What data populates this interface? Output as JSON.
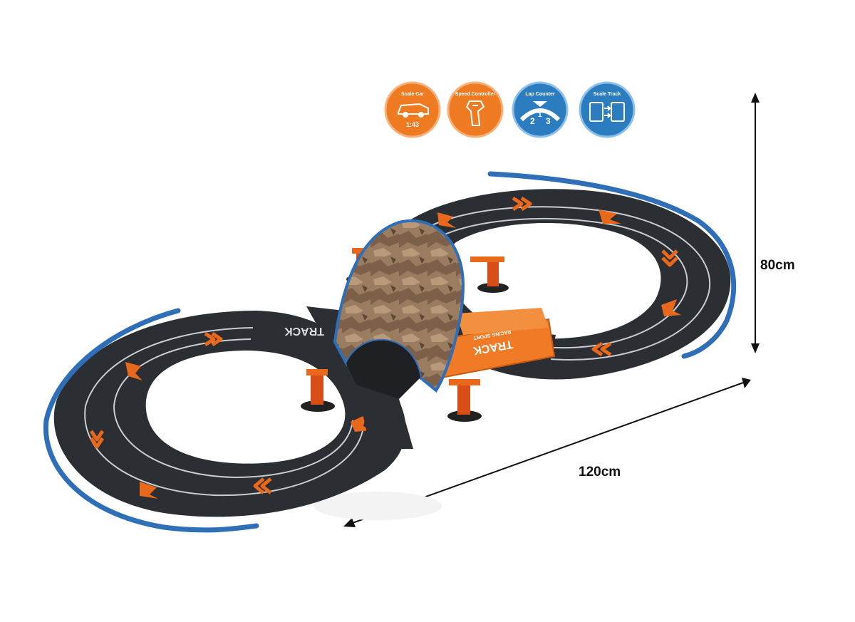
{
  "features": [
    {
      "label": "Scale Car",
      "value": "1:43",
      "icon": "car-icon",
      "color": "#ee7a22"
    },
    {
      "label": "Speed Controller",
      "value": "",
      "icon": "controller-icon",
      "color": "#ee7a22"
    },
    {
      "label": "Lap Counter",
      "value": "",
      "icon": "lap-counter-icon",
      "color": "#2c7dc0"
    },
    {
      "label": "Scale Track",
      "value": "",
      "icon": "track-icon",
      "color": "#2c7dc0"
    }
  ],
  "dimensions": {
    "height": "80cm",
    "width": "120cm"
  },
  "track": {
    "bridge_banner": "TRACK",
    "bridge_tagline": "RACING SPORT",
    "track_logo": "TRACK",
    "colors": {
      "asphalt": "#2b2e33",
      "rail": "#2f6fb8",
      "accent": "#e8681c",
      "bridge": "#f07a26"
    }
  }
}
